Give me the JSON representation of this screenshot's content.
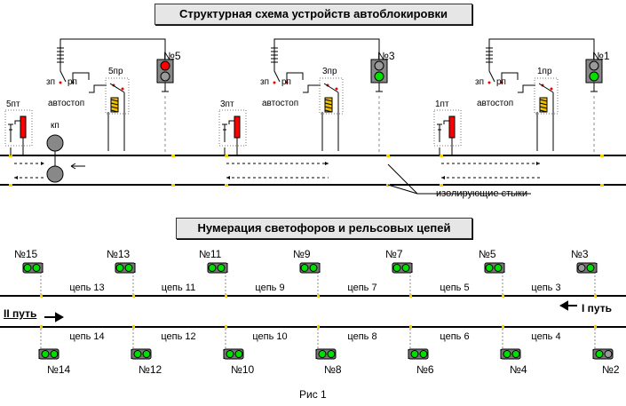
{
  "top_title": "Структурная схема устройств автоблокировки",
  "bottom_title": "Нумерация светофоров и рельсовых цепей",
  "caption": "Рис 1",
  "insulating_joints_label": "изолирующие стыки",
  "track_2_label": "II путь",
  "track_1_label": "I путь",
  "kp_label": "кп",
  "blocks": [
    {
      "signal": "№5",
      "relay": "5пр",
      "transmitter": "5пт",
      "zp": "зп",
      "rp": "рп",
      "autostop": "автостоп"
    },
    {
      "signal": "№3",
      "relay": "3пр",
      "transmitter": "3пт",
      "zp": "зп",
      "rp": "рп",
      "autostop": "автостоп"
    },
    {
      "signal": "№1",
      "relay": "1пр",
      "transmitter": "1пт",
      "zp": "зп",
      "rp": "рп",
      "autostop": "автостоп"
    }
  ],
  "upper_signals": [
    "№15",
    "№13",
    "№11",
    "№9",
    "№7",
    "№5",
    "№3"
  ],
  "upper_circuits": [
    "цепь 13",
    "цепь 11",
    "цепь 9",
    "цепь 7",
    "цепь 5",
    "цепь 3"
  ],
  "lower_signals": [
    "№14",
    "№12",
    "№10",
    "№8",
    "№6",
    "№4",
    "№2"
  ],
  "lower_circuits": [
    "цепь 14",
    "цепь 12",
    "цепь 10",
    "цепь 8",
    "цепь 6",
    "цепь 4"
  ],
  "colors": {
    "green": "#00e000",
    "red": "#ff0000",
    "grey": "#9a9a9a",
    "joint": "#ffd000",
    "relay": "#f0c000"
  }
}
